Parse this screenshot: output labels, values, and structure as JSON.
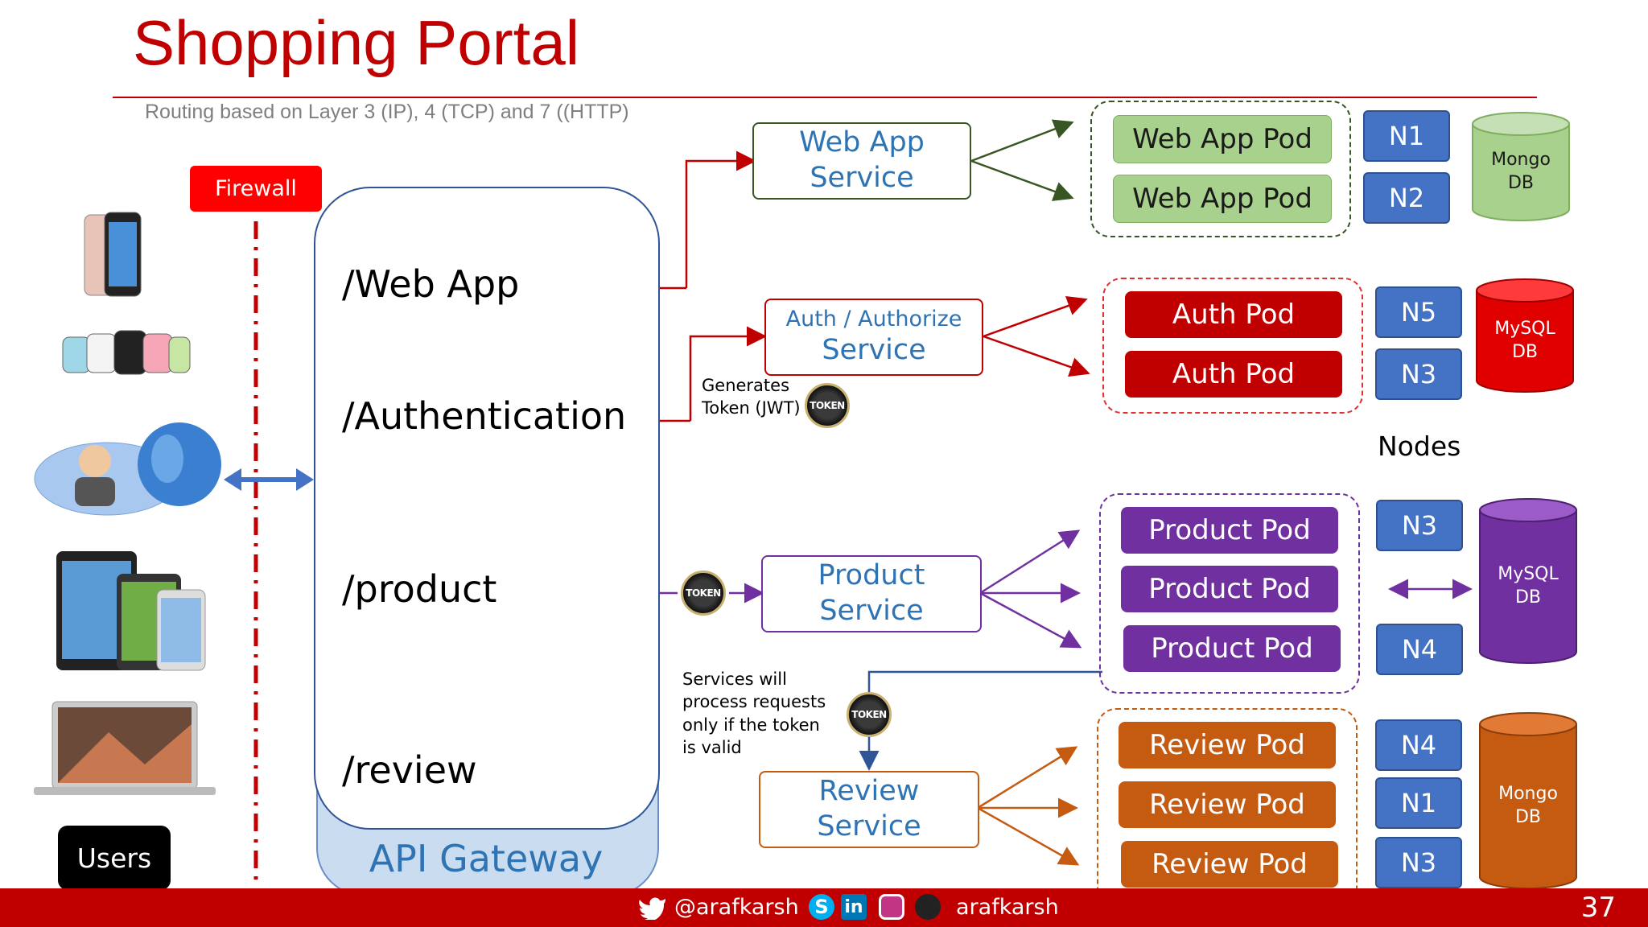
{
  "title": "Shopping Portal",
  "subtitle": "Routing based on Layer 3 (IP), 4 (TCP) and 7 ((HTTP)",
  "firewall": "Firewall",
  "users": "Users",
  "gateway": {
    "label": "API Gateway",
    "routes": [
      "/Web  App",
      "/Authentication",
      "/product",
      "/review"
    ]
  },
  "services": {
    "webapp": [
      "Web App",
      "Service"
    ],
    "auth": [
      "Auth / Authorize",
      "Service"
    ],
    "product": [
      "Product",
      "Service"
    ],
    "review": [
      "Review",
      "Service"
    ]
  },
  "pods": {
    "webapp": [
      "Web App Pod",
      "Web App Pod"
    ],
    "auth": [
      "Auth Pod",
      "Auth Pod"
    ],
    "product": [
      "Product Pod",
      "Product Pod",
      "Product Pod"
    ],
    "review": [
      "Review Pod",
      "Review Pod",
      "Review Pod"
    ]
  },
  "nodes": {
    "webapp": [
      "N1",
      "N2"
    ],
    "auth": [
      "N5",
      "N3"
    ],
    "product": [
      "N3",
      "N4"
    ],
    "review": [
      "N4",
      "N1",
      "N3"
    ],
    "label": "Nodes"
  },
  "databases": {
    "webapp": [
      "Mongo",
      "DB"
    ],
    "auth": [
      "MySQL",
      "DB"
    ],
    "product": [
      "MySQL",
      "DB"
    ],
    "review": [
      "Mongo",
      "DB"
    ]
  },
  "notes": {
    "token": [
      "Generates",
      "Token (JWT)"
    ],
    "valid": [
      "Services will",
      "process requests",
      "only if the token",
      "is valid"
    ],
    "token_badge": "TOKEN"
  },
  "footer": {
    "twitter": "@arafkarsh",
    "handle": "arafkarsh",
    "page": "37"
  },
  "colors": {
    "webapp": "#a9d18e",
    "auth": "#c00000",
    "product": "#7030a0",
    "review": "#c55a11",
    "node": "#4472c4",
    "accent": "#c00000"
  }
}
